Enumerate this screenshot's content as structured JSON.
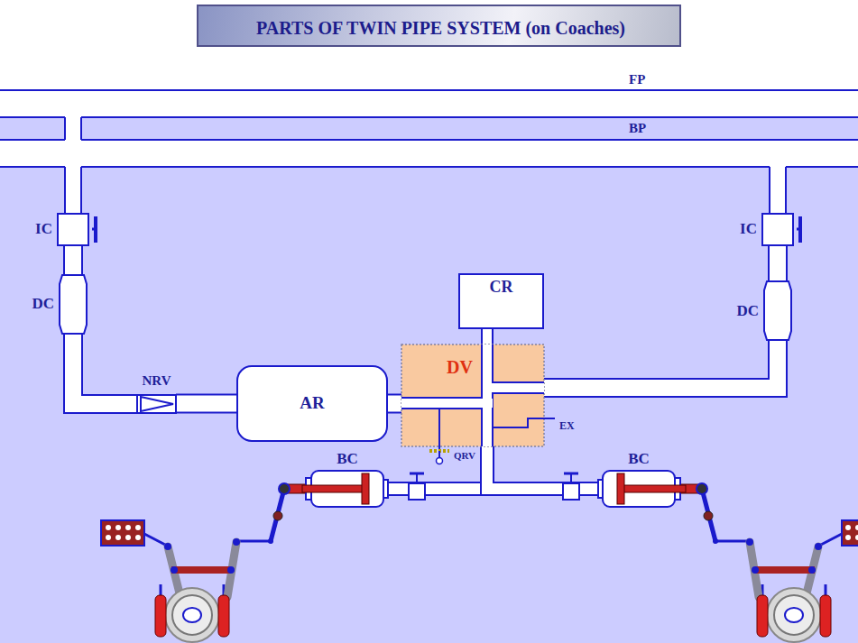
{
  "diagram": {
    "title": "PARTS OF TWIN PIPE SYSTEM (on Coaches)",
    "nodes": [
      {
        "text": [
          "PARTS OF TWIN PIPE SYSTEM (on Coaches)"
        ]
      },
      {
        "text": [
          "IC"
        ]
      },
      {
        "text": [
          "IC"
        ]
      },
      {
        "text": [
          "DC"
        ]
      },
      {
        "text": [
          "CR"
        ]
      },
      {
        "text": [
          "DC"
        ]
      },
      {
        "text": [
          "NRV"
        ]
      },
      {
        "text": [
          "AR"
        ]
      },
      {
        "text": [
          "DV"
        ]
      },
      {
        "text": [
          "QRV"
        ]
      },
      {
        "text": [
          "BC"
        ]
      },
      {
        "text": [
          "BC"
        ]
      }
    ],
    "edges": [
      {
        "from": 1,
        "to": 3,
        "arrow": "none"
      },
      {
        "from": 3,
        "to": 6,
        "arrow": "none"
      },
      {
        "from": 6,
        "to": 7,
        "arrow": "none"
      },
      {
        "from": 7,
        "to": 8,
        "arrow": "none"
      },
      {
        "from": 4,
        "to": 8,
        "arrow": "none"
      },
      {
        "from": 2,
        "to": 5,
        "arrow": "none"
      },
      {
        "from": 5,
        "to": 8,
        "arrow": "none"
      },
      {
        "from": 8,
        "to": 9,
        "arrow": "none"
      },
      {
        "from": 8,
        "to": 10,
        "arrow": "none"
      },
      {
        "from": 8,
        "to": 11,
        "arrow": "none"
      }
    ],
    "labels": [
      "FP",
      "BP",
      "EX"
    ]
  }
}
